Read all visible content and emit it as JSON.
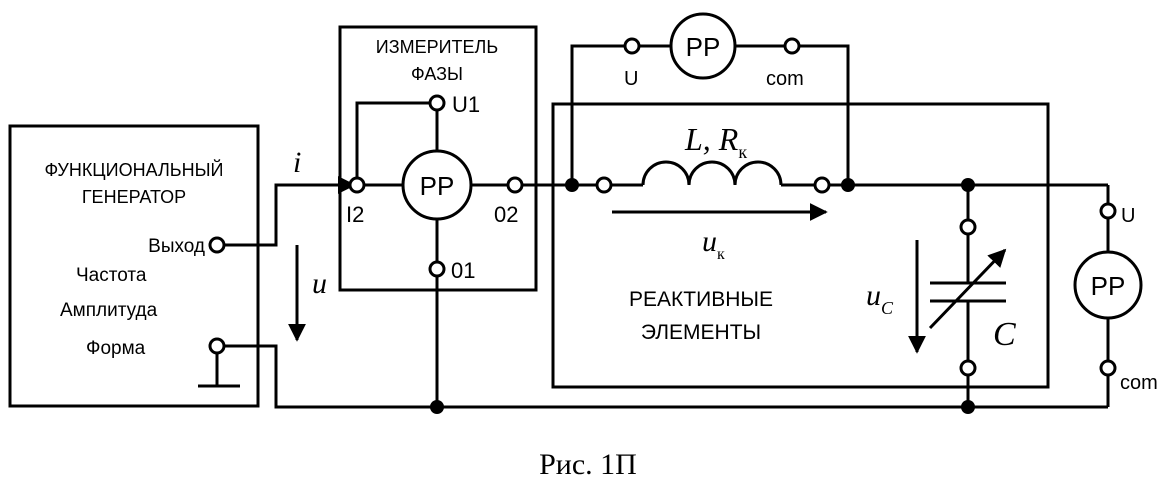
{
  "generator": {
    "title_line1": "ФУНКЦИОНАЛЬНЫЙ",
    "title_line2": "ГЕНЕРАТОР",
    "output_label": "Выход",
    "frequency_label": "Частота",
    "amplitude_label": "Амплитуда",
    "form_label": "Форма"
  },
  "phase_meter": {
    "title_line1": "ИЗМЕРИТЕЛЬ",
    "title_line2": "ФАЗЫ",
    "label": "PP",
    "term_u1": "U1",
    "term_i2": "I2",
    "term_02": "02",
    "term_01": "01"
  },
  "top_meter": {
    "label": "PP",
    "term_u": "U",
    "term_com": "com"
  },
  "right_meter": {
    "label": "PP",
    "term_u": "U",
    "term_com": "com"
  },
  "reactive_block": {
    "title_line1": "РЕАКТИВНЫЕ",
    "title_line2": "ЭЛЕМЕНТЫ",
    "inductor_label": "L, R",
    "inductor_subscript": "к",
    "uk_label": "u",
    "uk_subscript": "к",
    "uc_label": "u",
    "uc_subscript": "C",
    "capacitor_label": "C"
  },
  "signals": {
    "current": "i",
    "voltage": "u"
  },
  "caption": "Рис. 1П"
}
